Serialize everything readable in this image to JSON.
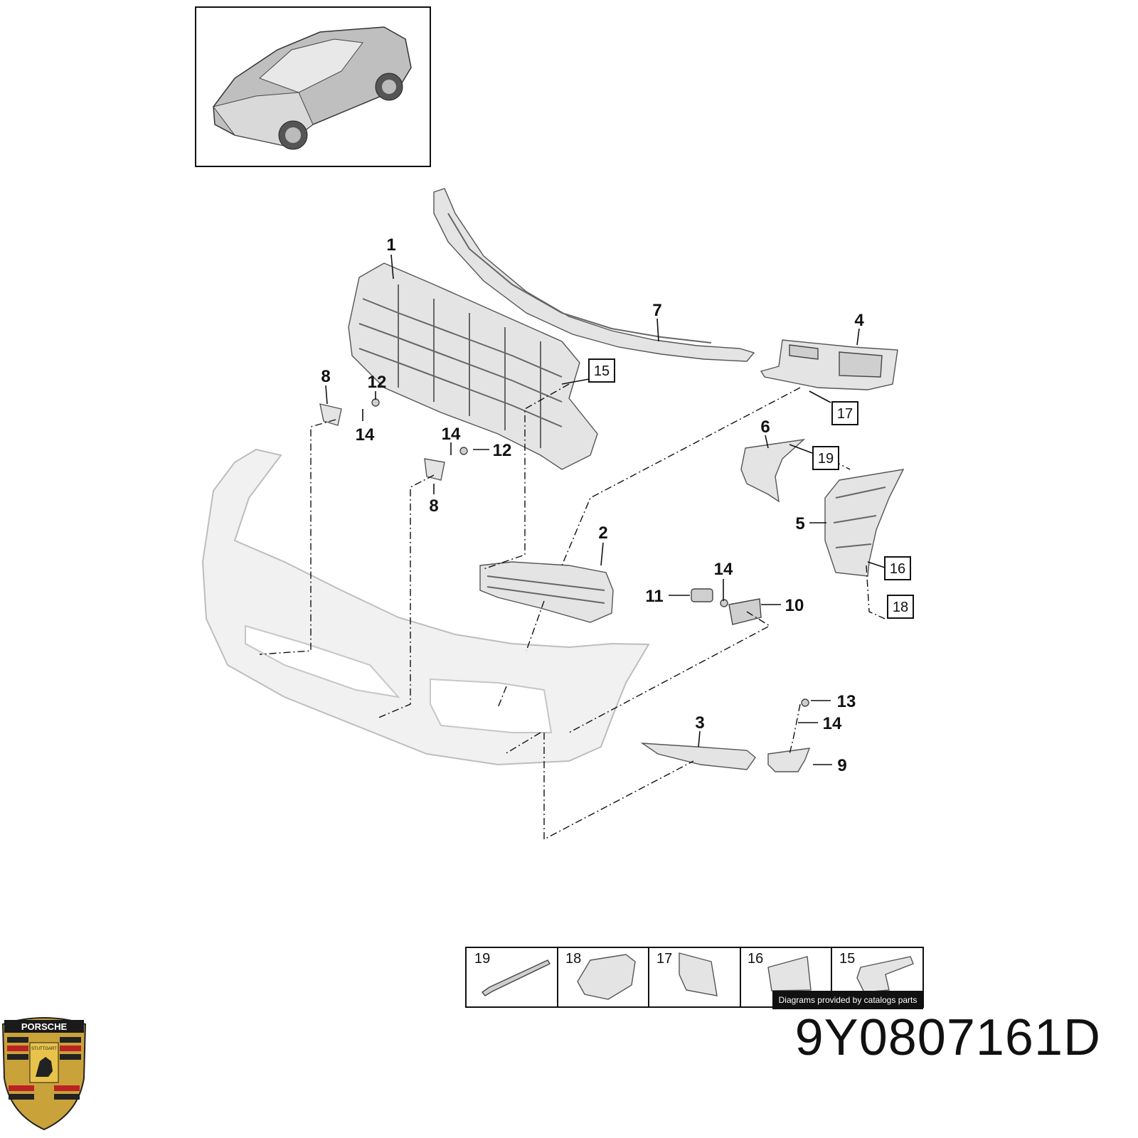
{
  "brand": {
    "logo_icon": "porsche-crest-icon",
    "logo_text": "PORSCHE",
    "logo_subtext": "STUTTGART"
  },
  "part_number": "9Y0807161D",
  "credit": "Diagrams provided by catalogs parts",
  "callouts": {
    "c1": "1",
    "c2": "2",
    "c3": "3",
    "c4": "4",
    "c5": "5",
    "c6": "6",
    "c7": "7",
    "c8a": "8",
    "c8b": "8",
    "c9": "9",
    "c10": "10",
    "c11": "11",
    "c12a": "12",
    "c12b": "12",
    "c13": "13",
    "c14a": "14",
    "c14b": "14",
    "c14c": "14",
    "c14d": "14",
    "b15": "15",
    "b16": "16",
    "b17": "17",
    "b18": "18",
    "b19": "19"
  },
  "legend": [
    "19",
    "18",
    "17",
    "16",
    "15"
  ]
}
